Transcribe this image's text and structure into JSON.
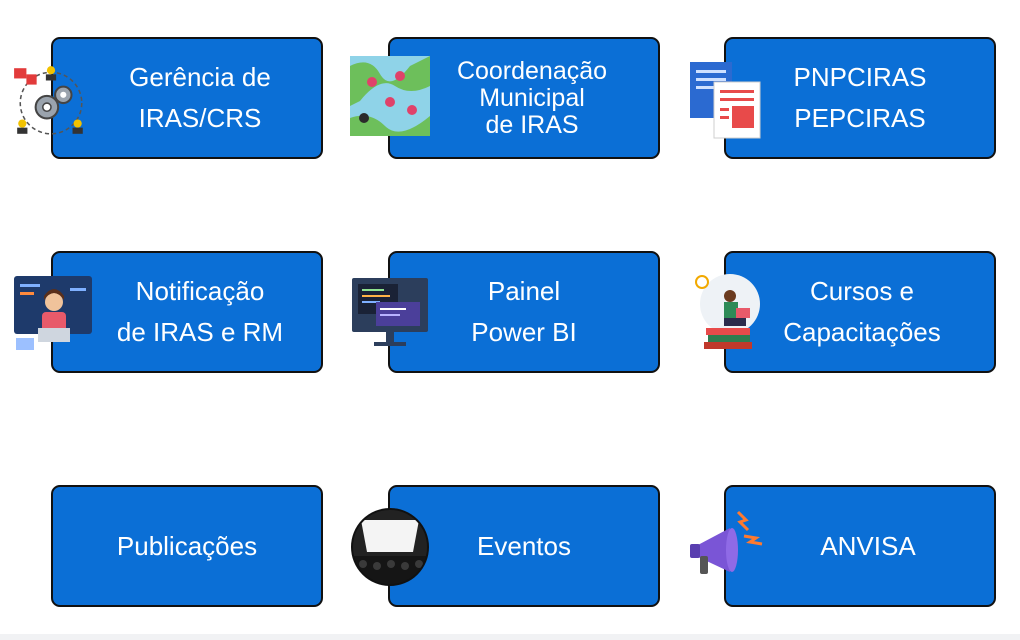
{
  "tiles": [
    {
      "id": "gerencia",
      "lines": [
        "Gerência de",
        "IRAS/CRS"
      ],
      "icon": "team-gears-icon"
    },
    {
      "id": "coordenacao",
      "lines": [
        "Coordenação",
        "Municipal",
        "de IRAS"
      ],
      "icon": "map-pins-icon"
    },
    {
      "id": "pnpciras",
      "lines": [
        "PNPCIRAS",
        "PEPCIRAS"
      ],
      "icon": "documents-icon"
    },
    {
      "id": "notificacao",
      "lines": [
        "Notificação",
        "de IRAS e RM"
      ],
      "icon": "person-laptop-icon"
    },
    {
      "id": "painel",
      "lines": [
        "Painel",
        "Power BI"
      ],
      "icon": "code-monitor-icon"
    },
    {
      "id": "cursos",
      "lines": [
        "Cursos e",
        "Capacitações"
      ],
      "icon": "student-books-icon"
    },
    {
      "id": "publicacoes",
      "lines": [
        "Publicações"
      ],
      "icon": ""
    },
    {
      "id": "eventos",
      "lines": [
        "Eventos"
      ],
      "icon": "auditorium-icon"
    },
    {
      "id": "anvisa",
      "lines": [
        "ANVISA"
      ],
      "icon": "megaphone-icon"
    }
  ],
  "colors": {
    "tile_bg": "#0b6fd6",
    "tile_border": "#111111",
    "text": "#ffffff"
  }
}
